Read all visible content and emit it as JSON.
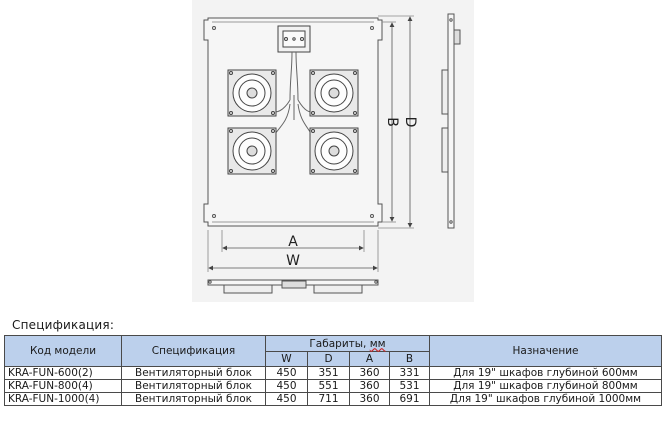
{
  "drawing": {
    "labels": {
      "A": "A",
      "W": "W",
      "B": "B",
      "D": "D"
    }
  },
  "spec": {
    "title": "Спецификация:",
    "headers": {
      "model_code": "Код модели",
      "specification": "Спецификация",
      "dimensions_prefix": "Габариты, ",
      "dimensions_unit": "мм",
      "purpose": "Назначение",
      "sub": [
        "W",
        "D",
        "A",
        "B"
      ]
    },
    "rows": [
      {
        "model": "KRA-FUN-600(2)",
        "spec": "Вентиляторный блок",
        "W": "450",
        "D": "351",
        "A": "360",
        "B": "331",
        "purpose": "Для 19\" шкафов глубиной 600мм"
      },
      {
        "model": "KRA-FUN-800(4)",
        "spec": "Вентиляторный блок",
        "W": "450",
        "D": "551",
        "A": "360",
        "B": "531",
        "purpose": "Для 19\" шкафов глубиной 800мм"
      },
      {
        "model": "KRA-FUN-1000(4)",
        "spec": "Вентиляторный блок",
        "W": "450",
        "D": "711",
        "A": "360",
        "B": "691",
        "purpose": "Для 19\" шкафов глубиной 1000мм"
      }
    ]
  }
}
